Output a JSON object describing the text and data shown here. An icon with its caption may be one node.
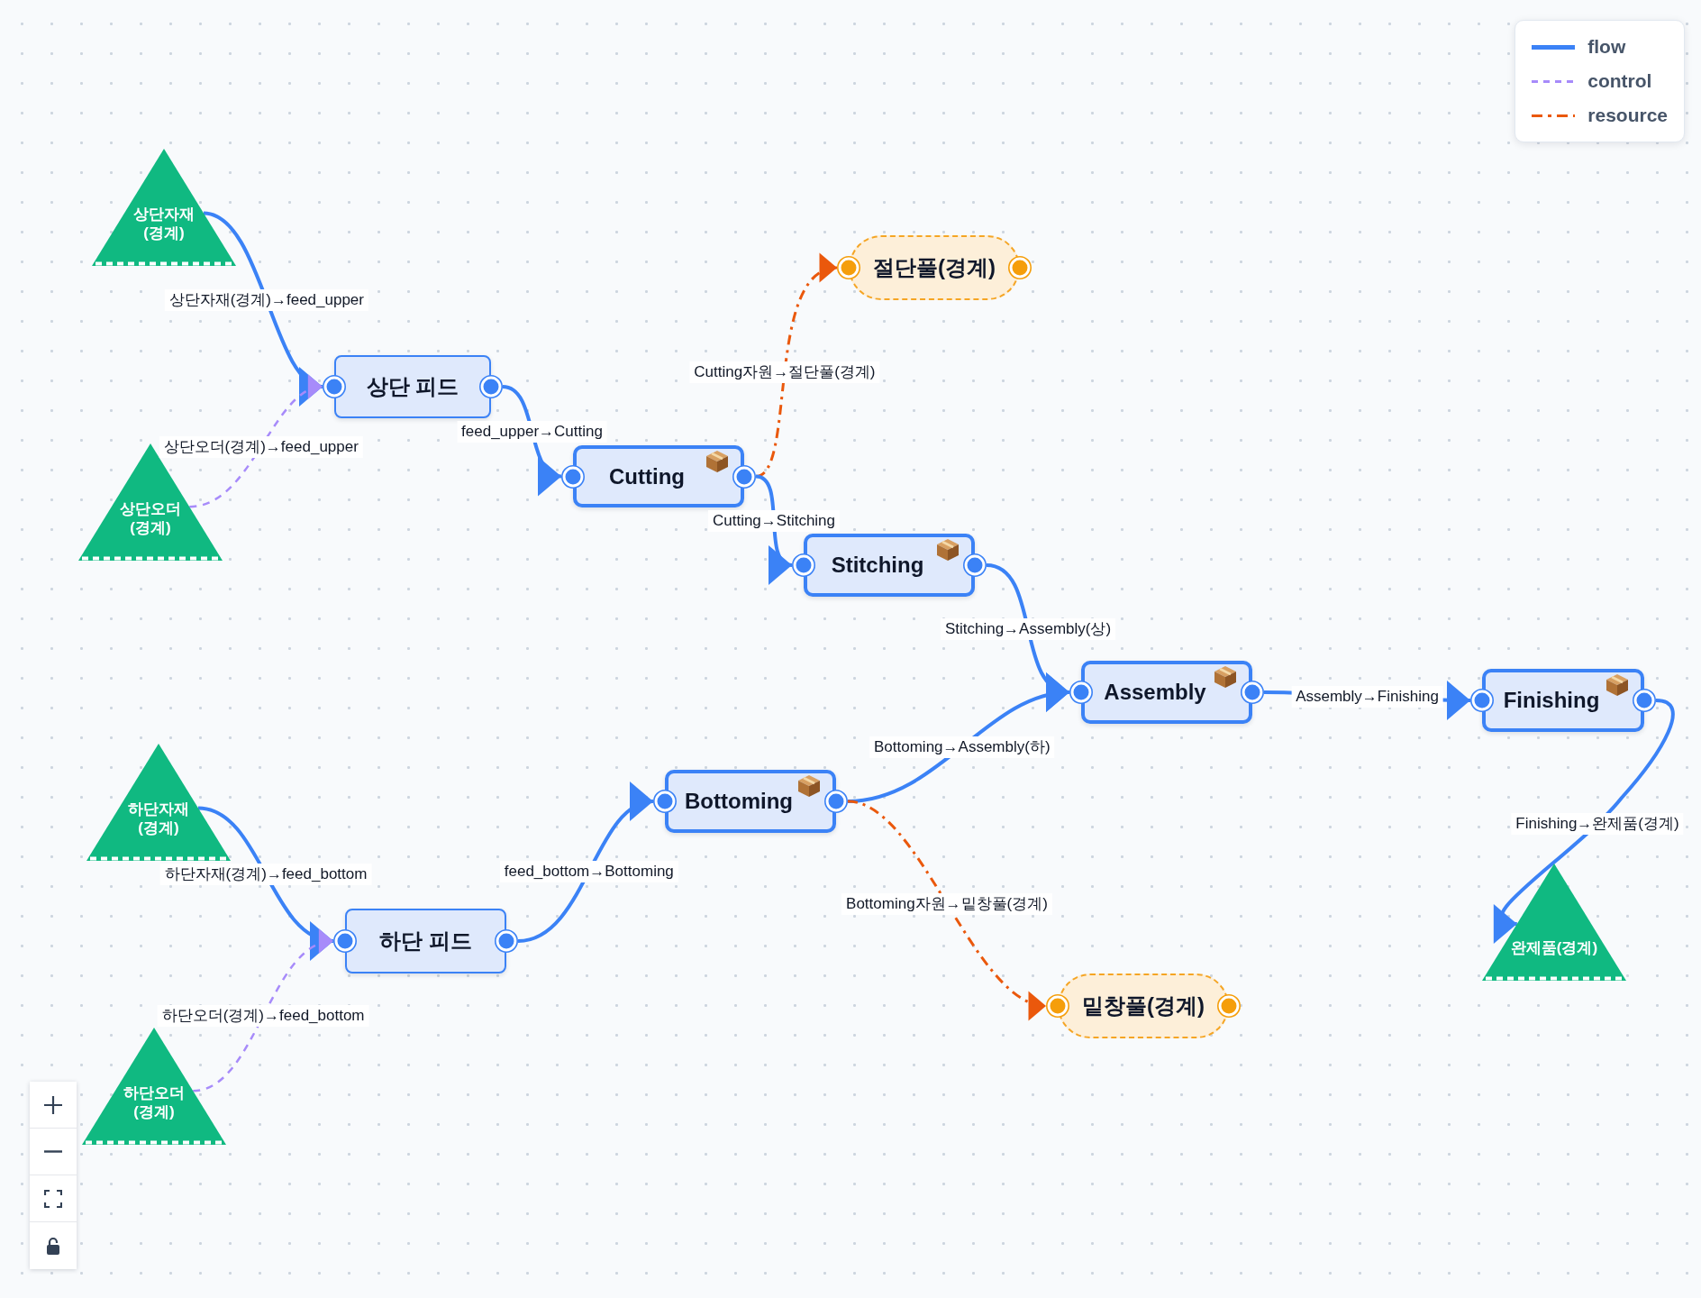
{
  "diagram": {
    "nodes": [
      {
        "text": [
          "상단자재(경계)"
        ]
      },
      {
        "text": [
          "상단오더(경계)"
        ]
      },
      {
        "text": [
          "상단 피드"
        ]
      },
      {
        "text": [
          "Cutting"
        ]
      },
      {
        "text": [
          "절단풀(경계)"
        ]
      },
      {
        "text": [
          "Stitching"
        ]
      },
      {
        "text": [
          "Assembly"
        ]
      },
      {
        "text": [
          "Finishing"
        ]
      },
      {
        "text": [
          "완제품(경계)"
        ]
      },
      {
        "text": [
          "하단자재(경계)"
        ]
      },
      {
        "text": [
          "하단오더(경계)"
        ]
      },
      {
        "text": [
          "하단 피드"
        ]
      },
      {
        "text": [
          "Bottoming"
        ]
      },
      {
        "text": [
          "밑창풀(경계)"
        ]
      }
    ],
    "edges": [
      {
        "from": 0,
        "to": 2,
        "arrow": "to",
        "label": "상단자재(경계)→feed_upper"
      },
      {
        "from": 1,
        "to": 2,
        "arrow": "to",
        "label": "상단오더(경계)→feed_upper",
        "style": "dashed",
        "color": "#a78bfa"
      },
      {
        "from": 2,
        "to": 3,
        "arrow": "to",
        "label": "feed_upper→Cutting"
      },
      {
        "from": 3,
        "to": 4,
        "arrow": "to",
        "label": "Cutting자원→절단풀(경계)",
        "style": "dashed",
        "color": "#ea580c"
      },
      {
        "from": 3,
        "to": 5,
        "arrow": "to",
        "label": "Cutting→Stitching"
      },
      {
        "from": 5,
        "to": 6,
        "arrow": "to",
        "label": "Stitching→Assembly(상)"
      },
      {
        "from": 6,
        "to": 7,
        "arrow": "to",
        "label": "Assembly→Finishing"
      },
      {
        "from": 7,
        "to": 8,
        "arrow": "to",
        "label": "Finishing→완제품(경계)"
      },
      {
        "from": 9,
        "to": 11,
        "arrow": "to",
        "label": "하단자재(경계)→feed_bottom"
      },
      {
        "from": 10,
        "to": 11,
        "arrow": "to",
        "label": "하단오더(경계)→feed_bottom",
        "style": "dashed",
        "color": "#a78bfa"
      },
      {
        "from": 11,
        "to": 12,
        "arrow": "to",
        "label": "feed_bottom→Bottoming"
      },
      {
        "from": 12,
        "to": 6,
        "arrow": "to",
        "label": "Bottoming→Assembly(하)"
      },
      {
        "from": 12,
        "to": 13,
        "arrow": "to",
        "label": "Bottoming자원→밑창풀(경계)",
        "style": "dashed",
        "color": "#ea580c"
      }
    ],
    "legend": [
      {
        "text": "flow"
      },
      {
        "text": "control"
      },
      {
        "text": "resource"
      }
    ]
  }
}
